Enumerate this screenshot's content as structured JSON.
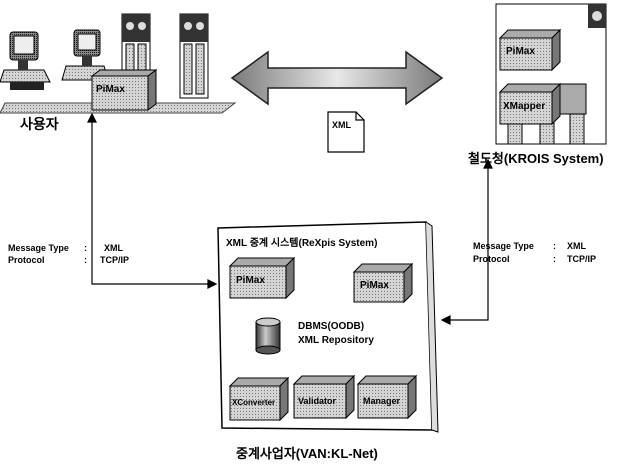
{
  "users": {
    "label": "사용자",
    "pimax": "PiMax"
  },
  "railway": {
    "label": "철도청(KROIS System)",
    "pimax": "PiMax",
    "xmapper": "XMapper"
  },
  "doc": {
    "label": "XML"
  },
  "left_link": {
    "msg_label": "Message Type",
    "msg_value": "XML",
    "proto_label": "Protocol",
    "proto_value": "TCP/IP",
    "colon": ":"
  },
  "right_link": {
    "msg_label": "Message Type",
    "msg_value": "XML",
    "proto_label": "Protocol",
    "proto_value": "TCP/IP",
    "colon": ":"
  },
  "relay": {
    "title": "XML 중계 시스템(ReXpis System)",
    "pimax_left": "PiMax",
    "pimax_right": "PiMax",
    "db_line1": "DBMS(OODB)",
    "db_line2": "XML Repository",
    "modules": [
      "XConverter",
      "Validator",
      "Manager"
    ],
    "caption": "중계사업자(VAN:KL-Net)"
  }
}
